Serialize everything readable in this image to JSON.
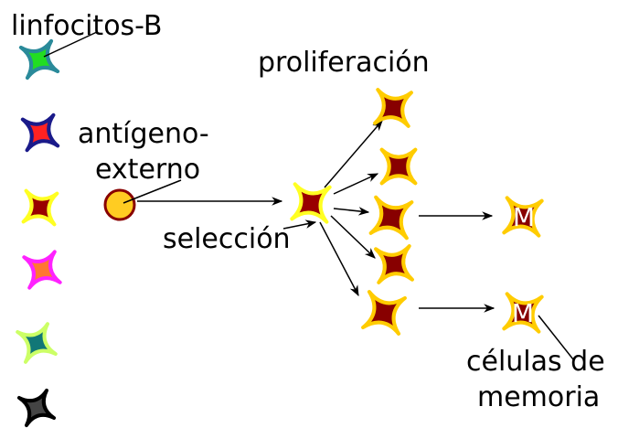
{
  "labels": {
    "lymphocytes": "linfocitos-B",
    "proliferation": "proliferación",
    "antigen_line1": "antígeno-",
    "antigen_line2": "externo",
    "selection": "selección",
    "memory_line1": "células de",
    "memory_line2": "memoria",
    "memory_mark": "M"
  },
  "colors": {
    "lymphocyte_1": {
      "fill": "#22dd22",
      "stroke": "#2a8a9a"
    },
    "lymphocyte_2": {
      "fill": "#ff2222",
      "stroke": "#1a1a8a"
    },
    "lymphocyte_3": {
      "fill": "#990000",
      "stroke": "#ffff22"
    },
    "lymphocyte_4": {
      "fill": "#ff7733",
      "stroke": "#ff22ff"
    },
    "lymphocyte_5": {
      "fill": "#117777",
      "stroke": "#ccff66"
    },
    "lymphocyte_6": {
      "fill": "#444444",
      "stroke": "#000000"
    },
    "selected": {
      "fill": "#990000",
      "stroke": "#ffff22"
    },
    "clone": {
      "fill": "#880000",
      "stroke": "#ffcc00"
    },
    "antigen": {
      "fill": "#ffcc22",
      "stroke": "#880000"
    },
    "arrow": "#000000"
  }
}
